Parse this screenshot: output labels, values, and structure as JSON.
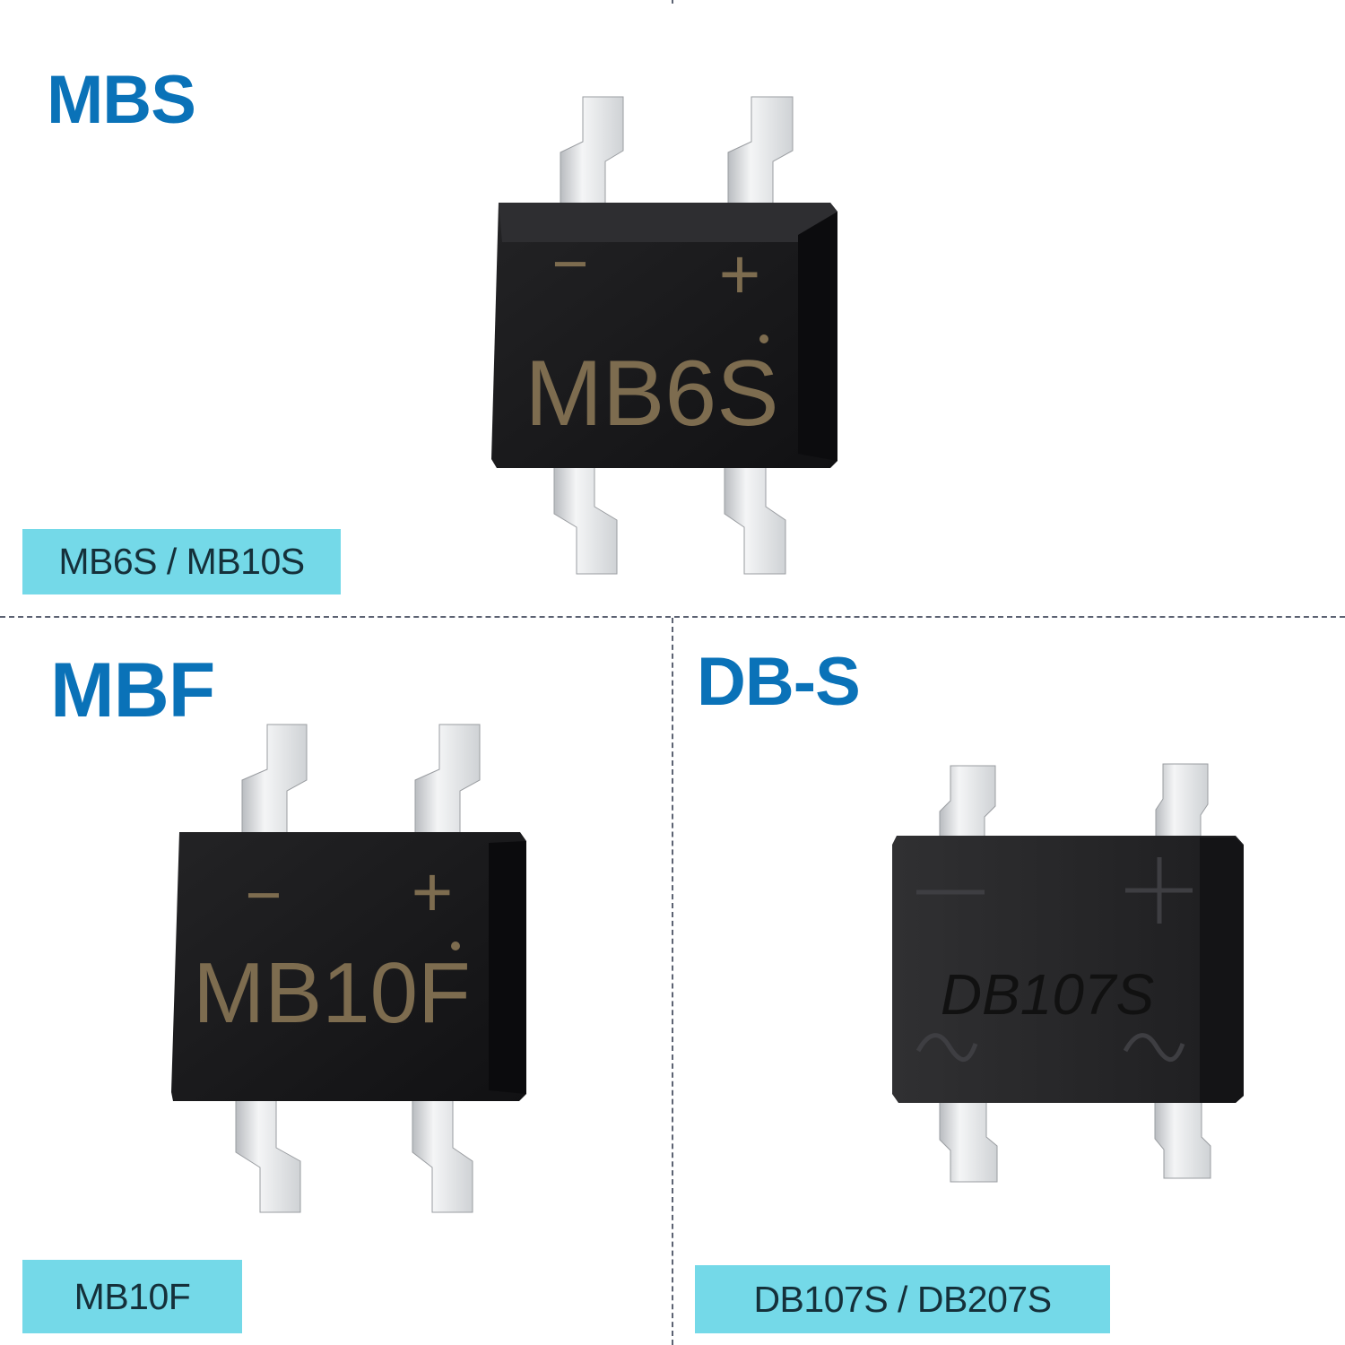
{
  "sections": [
    {
      "title": "MBS",
      "label": "MB6S / MB10S",
      "marking": "MB6S",
      "minus": "−",
      "plus": "+"
    },
    {
      "title": "MBF",
      "label": "MB10F",
      "marking": "MB10F",
      "minus": "−",
      "plus": "+"
    },
    {
      "title": "DB-S",
      "label": "DB107S / DB207S",
      "marking": "DB107S",
      "minus": "−",
      "plus": "+"
    }
  ],
  "colors": {
    "title": "#0a72b8",
    "label_bg": "#74d9e8",
    "marking_gold": "#7d6c4f",
    "chip_body": "#1b1b1d",
    "lead": "#e4e6e8"
  }
}
